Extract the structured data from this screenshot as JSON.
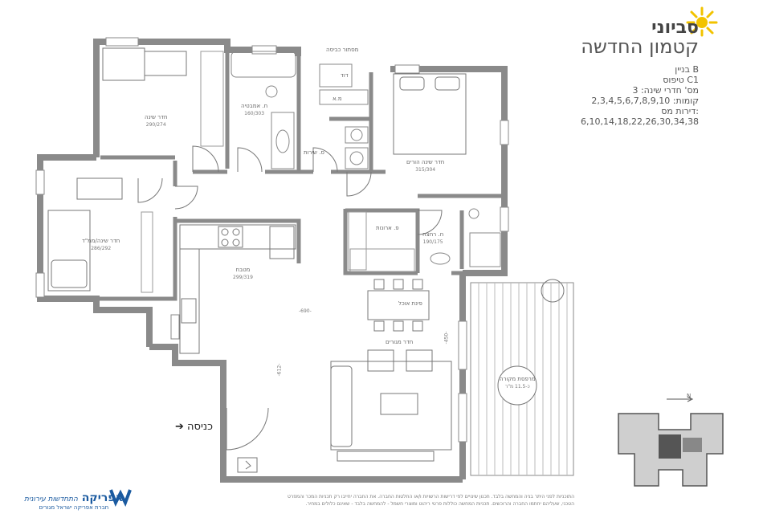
{
  "brand": {
    "name": "סביוני",
    "subtitle": "קטמון החדשה",
    "sun_color": "#f2c300"
  },
  "info": {
    "building": "בניין B",
    "type": "טיפוס C1",
    "bedrooms": "מס' חדרי שינה: 3",
    "floors": "קומות: 2,3,4,5,6,7,8,9,10",
    "apartments_label": "דירות מס:",
    "apartments": "6,10,14,18,22,26,30,34,38"
  },
  "rooms": {
    "bedroom_top": {
      "name": "חדר שינה",
      "size": "290/274"
    },
    "bath": {
      "name": "ח. אמבטיה",
      "size": "160/303"
    },
    "service_shaft": "מסתור כביסה",
    "dryer": "דוד",
    "ma": "מ.א",
    "laundry": "ס. שירות",
    "master": {
      "name": "חדר שינה הורים",
      "size": "315/304"
    },
    "closets": "פ. ארונות",
    "shower": {
      "name": "ח. רחצה",
      "size": "190/175"
    },
    "safe_room": {
      "name": "חדר שינה/ממ\"ד",
      "size": "286/292"
    },
    "kitchen": {
      "name": "מטבח",
      "size": "299/319"
    },
    "dining": "פינת אוכל",
    "living": "חדר מגורים",
    "balcony": {
      "name": "מרפסת מקורה",
      "size": "כ-11.5 מ\"ר"
    }
  },
  "dimensions": {
    "width_label": "-690-",
    "height_label": "-612-",
    "depth_label": "-450-"
  },
  "entrance": {
    "label": "כניסה",
    "arrow": "➔"
  },
  "compass": {
    "north": "N"
  },
  "footer": {
    "line1": "התוכניות לפני היתר בניה והמחשה בלבד. תכנון שינויים לפי דרישות הרשויות ו/או החלטות החברה. את החברה יחייבו רק תכניות המכר והמפרט",
    "line2": "הטכני, שעליהם יחתמו החברה והרוכשים. תכניות המחשה כוללות פרטי ריהוט ומוצרי חשמל - להמחשה בלבד - שאינם כלולים במחיר."
  },
  "developer": {
    "name": "אפריקה",
    "tagline": "התחדשות עירונית",
    "sub": "חברת אפריקה ישראל מגורים",
    "color": "#1a5aa0"
  }
}
